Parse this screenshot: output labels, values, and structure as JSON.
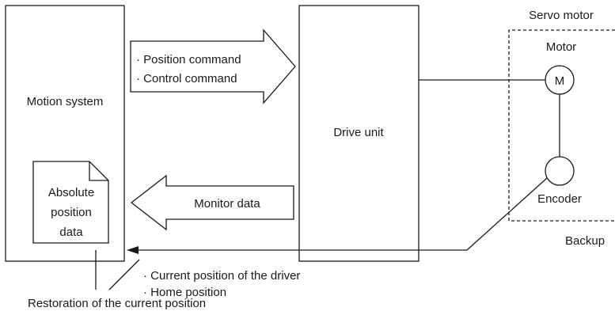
{
  "blocks": {
    "motion_system": "Motion system",
    "drive_unit": "Drive unit",
    "servo_motor": "Servo motor",
    "motor": "Motor",
    "motor_symbol": "M",
    "encoder": "Encoder",
    "backup": "Backup",
    "document_lines": [
      "Absolute",
      "position",
      "data"
    ]
  },
  "arrows": {
    "command_lines": [
      "· Position command",
      "· Control command"
    ],
    "monitor_data": "Monitor data"
  },
  "feedback_lines": [
    "· Current position of the driver",
    "· Home position"
  ],
  "restoration_label": "Restoration of the current position"
}
